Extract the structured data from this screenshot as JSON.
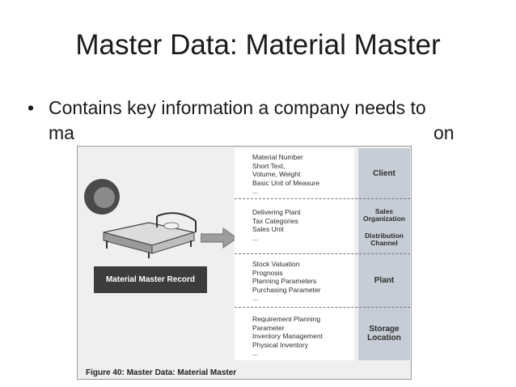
{
  "slide": {
    "title": "Master Data: Material Master",
    "bullet_text": "Contains key information a company needs to manage a material within its organization",
    "bullet_visible_line1": "Contains key information a company needs to",
    "bullet_visible_line2_left": "ma",
    "bullet_visible_line2_right": "on"
  },
  "figure": {
    "record_label": "Material Master Record",
    "caption": "Figure 40: Master Data: Material Master",
    "sections": [
      {
        "lines": [
          "Material Number",
          "Short Text,",
          "Volume, Weight",
          "Basic Unit of Measure",
          "..."
        ]
      },
      {
        "lines": [
          "Delivering Plant",
          "Tax Categories",
          "Sales Unit",
          "..."
        ]
      },
      {
        "lines": [
          "Stock Valuation",
          "Prognosis",
          "Planning Parameters",
          "Purchasing Parameter",
          "..."
        ]
      },
      {
        "lines": [
          "Requirement Planning",
          "Parameter",
          "Inventory Management",
          "Physical Inventory",
          "..."
        ]
      }
    ],
    "levels": {
      "client": "Client",
      "sales_org": "Sales Organization",
      "dist_channel": "Distribution Channel",
      "plant": "Plant",
      "storage": "Storage Location"
    }
  }
}
